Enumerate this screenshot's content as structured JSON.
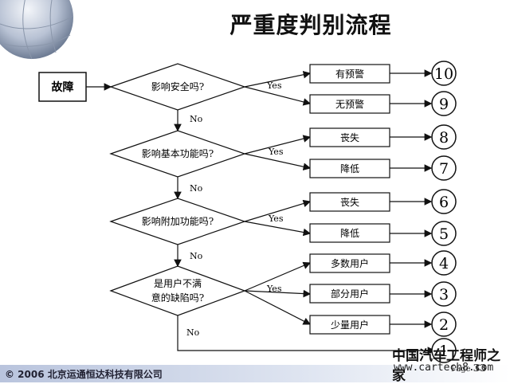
{
  "title": "严重度判别流程",
  "start": "故障",
  "questions": [
    {
      "label": "影响安全吗?"
    },
    {
      "label": "影响基本功能吗?"
    },
    {
      "label": "影响附加功能吗?"
    },
    {
      "line1": "是用户不满",
      "line2": "意的缺陷吗?"
    }
  ],
  "yes_label": "Yes",
  "no_label": "No",
  "outcomes": [
    "有预警",
    "无预警",
    "丧失",
    "降低",
    "丧失",
    "降低",
    "多数用户",
    "部分用户",
    "少量用户"
  ],
  "scores": [
    "10",
    "9",
    "8",
    "7",
    "6",
    "5",
    "4",
    "3",
    "2",
    "1"
  ],
  "footer": "© 2006 北京运通恒达科技有限公司",
  "page_label": "Page",
  "page_number": "33",
  "watermark_cn": "中国汽车工程师之家",
  "watermark_url": "www.cartech8.com"
}
